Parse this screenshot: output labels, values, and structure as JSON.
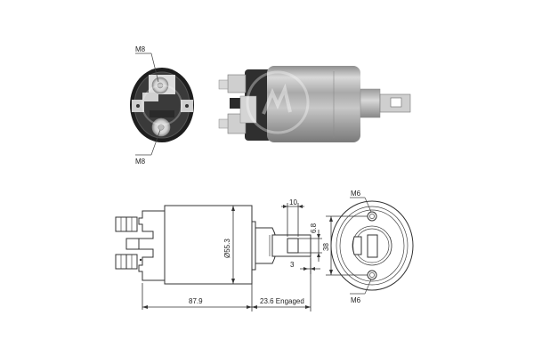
{
  "diagram": {
    "type": "technical-drawing",
    "subject": "starter solenoid switch",
    "views": {
      "end_view_photo": {
        "labels": {
          "top_terminal": "M8",
          "bottom_terminal": "M8"
        }
      },
      "side_view_photo": {
        "watermark": "logo-watermark"
      },
      "side_drawing": {
        "dimensions": {
          "body_length": "87.9",
          "plunger_travel": "23.6 Engaged",
          "body_diameter": "Ø55.3",
          "tab_width": "10",
          "slot_height": "6.8",
          "tab_offset": "3",
          "flange_height": "38"
        }
      },
      "front_drawing": {
        "labels": {
          "top_hole": "M6",
          "bottom_hole": "M6"
        },
        "dimensions": {
          "hole_spacing": "38"
        }
      }
    }
  },
  "colors": {
    "background": "#ffffff",
    "line": "#333333",
    "body_dark": "#2a2a2a",
    "body_metal": "#b8b8b8"
  }
}
